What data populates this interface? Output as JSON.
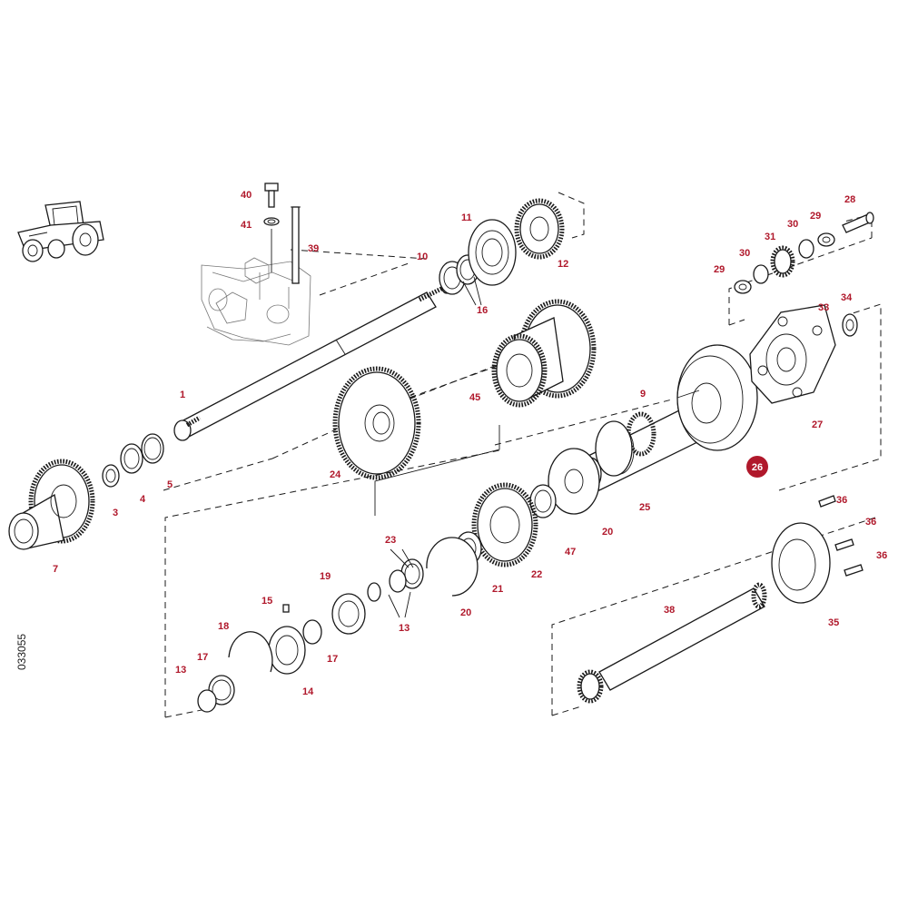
{
  "diagram": {
    "accent_color": "#b0182b",
    "text_color": "#1a1a1a",
    "icons": [
      "tractor-icon"
    ],
    "reference_code": "033055",
    "highlighted_part": "26",
    "callouts": [
      {
        "id": "c1",
        "label": "1"
      },
      {
        "id": "c3",
        "label": "3"
      },
      {
        "id": "c4",
        "label": "4"
      },
      {
        "id": "c5",
        "label": "5"
      },
      {
        "id": "c7",
        "label": "7"
      },
      {
        "id": "c9",
        "label": "9"
      },
      {
        "id": "c10",
        "label": "10"
      },
      {
        "id": "c11",
        "label": "11"
      },
      {
        "id": "c12",
        "label": "12"
      },
      {
        "id": "c13a",
        "label": "13"
      },
      {
        "id": "c13b",
        "label": "13"
      },
      {
        "id": "c14",
        "label": "14"
      },
      {
        "id": "c15",
        "label": "15"
      },
      {
        "id": "c16",
        "label": "16"
      },
      {
        "id": "c17a",
        "label": "17"
      },
      {
        "id": "c17b",
        "label": "17"
      },
      {
        "id": "c18",
        "label": "18"
      },
      {
        "id": "c19",
        "label": "19"
      },
      {
        "id": "c20a",
        "label": "20"
      },
      {
        "id": "c20b",
        "label": "20"
      },
      {
        "id": "c21",
        "label": "21"
      },
      {
        "id": "c22",
        "label": "22"
      },
      {
        "id": "c23",
        "label": "23"
      },
      {
        "id": "c24",
        "label": "24"
      },
      {
        "id": "c25",
        "label": "25"
      },
      {
        "id": "c26",
        "label": "26"
      },
      {
        "id": "c27",
        "label": "27"
      },
      {
        "id": "c28",
        "label": "28"
      },
      {
        "id": "c29a",
        "label": "29"
      },
      {
        "id": "c29b",
        "label": "29"
      },
      {
        "id": "c30a",
        "label": "30"
      },
      {
        "id": "c30b",
        "label": "30"
      },
      {
        "id": "c31",
        "label": "31"
      },
      {
        "id": "c33",
        "label": "33"
      },
      {
        "id": "c34",
        "label": "34"
      },
      {
        "id": "c35",
        "label": "35"
      },
      {
        "id": "c36a",
        "label": "36"
      },
      {
        "id": "c36b",
        "label": "36"
      },
      {
        "id": "c36c",
        "label": "36"
      },
      {
        "id": "c38",
        "label": "38"
      },
      {
        "id": "c39",
        "label": "39"
      },
      {
        "id": "c40",
        "label": "40"
      },
      {
        "id": "c41",
        "label": "41"
      },
      {
        "id": "c45",
        "label": "45"
      },
      {
        "id": "c47",
        "label": "47"
      }
    ]
  }
}
